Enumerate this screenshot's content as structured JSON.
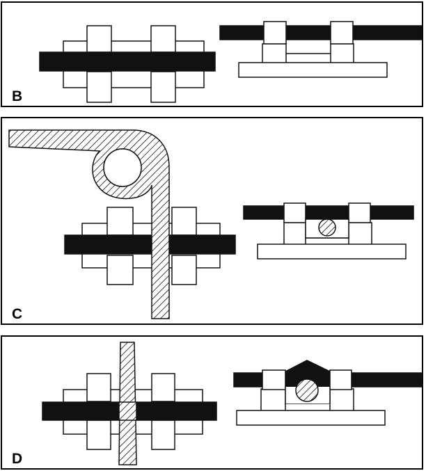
{
  "panels": [
    {
      "id": "B",
      "label": "B"
    },
    {
      "id": "C",
      "label": "C"
    },
    {
      "id": "D",
      "label": "D"
    }
  ],
  "colors": {
    "ink": "#111111",
    "paper": "#ffffff",
    "border": "#000000"
  }
}
